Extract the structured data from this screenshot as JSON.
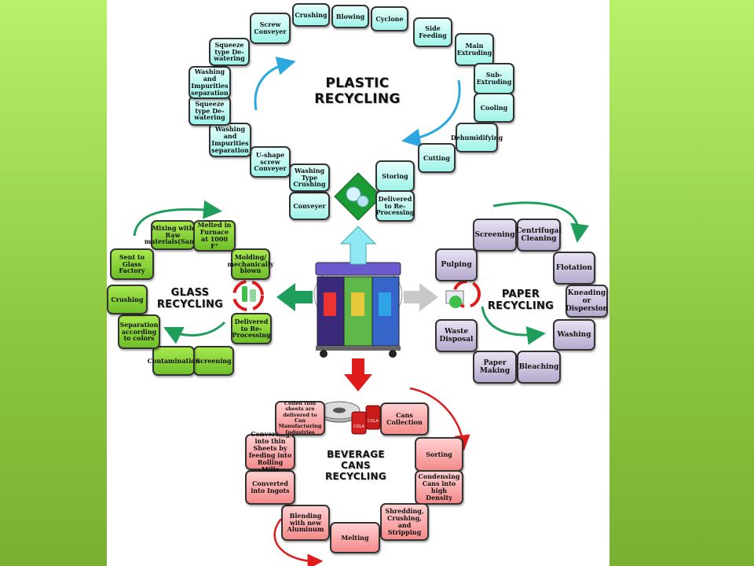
{
  "colors": {
    "background_side": "#8cc63f",
    "plastic_box": "#9ff3e8",
    "glass_box": "#6fbf2a",
    "cans_box": "#f48b8b",
    "paper_box": "#b6aacd",
    "plastic_arrow": "#2ca7e0",
    "glass_arrow": "#1e9e5a",
    "cans_arrow": "#e01b1b",
    "paper_arrow": "#c8c8c8"
  },
  "plastic": {
    "title_line1": "PLASTIC",
    "title_line2": "RECYCLING",
    "steps": [
      "Crushing",
      "Blowing",
      "Cyclone",
      "Side Feeding",
      "Main Extruding",
      "Sub-Extruding",
      "Cooling",
      "Dehumidifying",
      "Cutting",
      "Storing",
      "Delivered to Re-Processing",
      "Conveyer",
      "Washing Type Crushing",
      "U-shape screw Conveyer",
      "Washing and Impurities separation",
      "Squeeze type De-watering",
      "Washing and Impurities separation",
      "Squeeze type De-watering",
      "Screw Conveyer"
    ]
  },
  "glass": {
    "title_line1": "GLASS",
    "title_line2": "RECYCLING",
    "steps": [
      "Mixing with Raw materials(Sand)",
      "Melted in Furnace at 1000 F°",
      "Molding/ mechanically blown",
      "Delivered to Re-Processing",
      "Screening",
      "Contamination",
      "Separation according to colors",
      "Crushing",
      "Sent to Glass Factory"
    ]
  },
  "paper": {
    "title_line1": "PAPER",
    "title_line2": "RECYCLING",
    "steps": [
      "Screening",
      "Centrifugal Cleaning",
      "Flotation",
      "Kneading or Dispersion",
      "Washing",
      "Bleaching",
      "Paper Making",
      "Waste Disposal",
      "Pulping"
    ]
  },
  "cans": {
    "title_line1": "BEVERAGE",
    "title_line2": "CANS",
    "title_line3": "RECYCLING",
    "steps": [
      "Cans Collection",
      "Sorting",
      "Condensing Cans into high Density",
      "Shredding, Crushing, and Stripping",
      "Melting",
      "Blending with new Aluminum",
      "Converted into Ingots",
      "Converting into thin Sheets by feeding into Rolling Mills",
      "Coiled thin sheets are delivered to Can Manufacturing Industries"
    ],
    "can_label": "COLA"
  }
}
